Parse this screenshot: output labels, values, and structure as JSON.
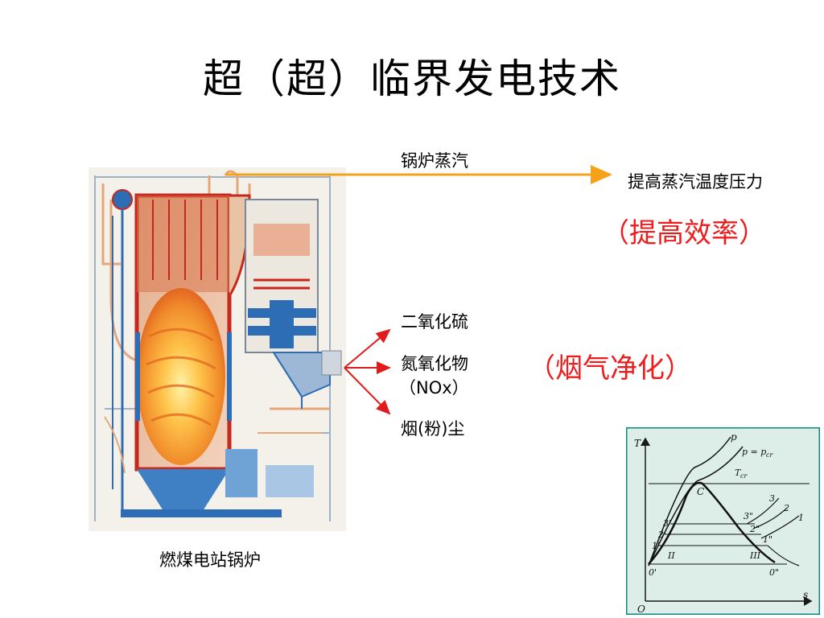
{
  "slide": {
    "title": "超（超）临界发电技术"
  },
  "labels": {
    "boiler_steam": "锅炉蒸汽",
    "raise_steam": "提高蒸汽温度压力",
    "efficiency": "（提高效率）",
    "so2": "二氧化硫",
    "nox_line1": "氮氧化物",
    "nox_line2": "（NOx）",
    "dust": "烟(粉)尘",
    "flue_gas": "（烟气净化）",
    "boiler_caption": "燃煤电站锅炉"
  },
  "colors": {
    "steam_arrow": "#f5a21a",
    "flue_arrow": "#e01b1b",
    "emphasis_text": "#ee1c1c",
    "boiler_frame": "#c6281e",
    "boiler_blue": "#2c6db5",
    "pipe_orange": "#e79a5a"
  },
  "ts_diagram": {
    "axis_T": "T",
    "axis_s": "s",
    "origin": "O",
    "curve_p": "p",
    "curve_pcr": "p = p",
    "curve_pcr_sub": "cr",
    "tcr": "T",
    "tcr_sub": "cr",
    "critical": "C",
    "pt_1": "1",
    "pt_2": "2",
    "pt_3": "3",
    "pt_1p": "1'",
    "pt_2p": "2'",
    "pt_3p": "3'",
    "pt_1pp": "1\"",
    "pt_2pp": "2\"",
    "pt_3pp": "3\"",
    "pt_0p": "0'",
    "pt_0pp": "0\"",
    "region_II": "II",
    "region_III": "III"
  }
}
